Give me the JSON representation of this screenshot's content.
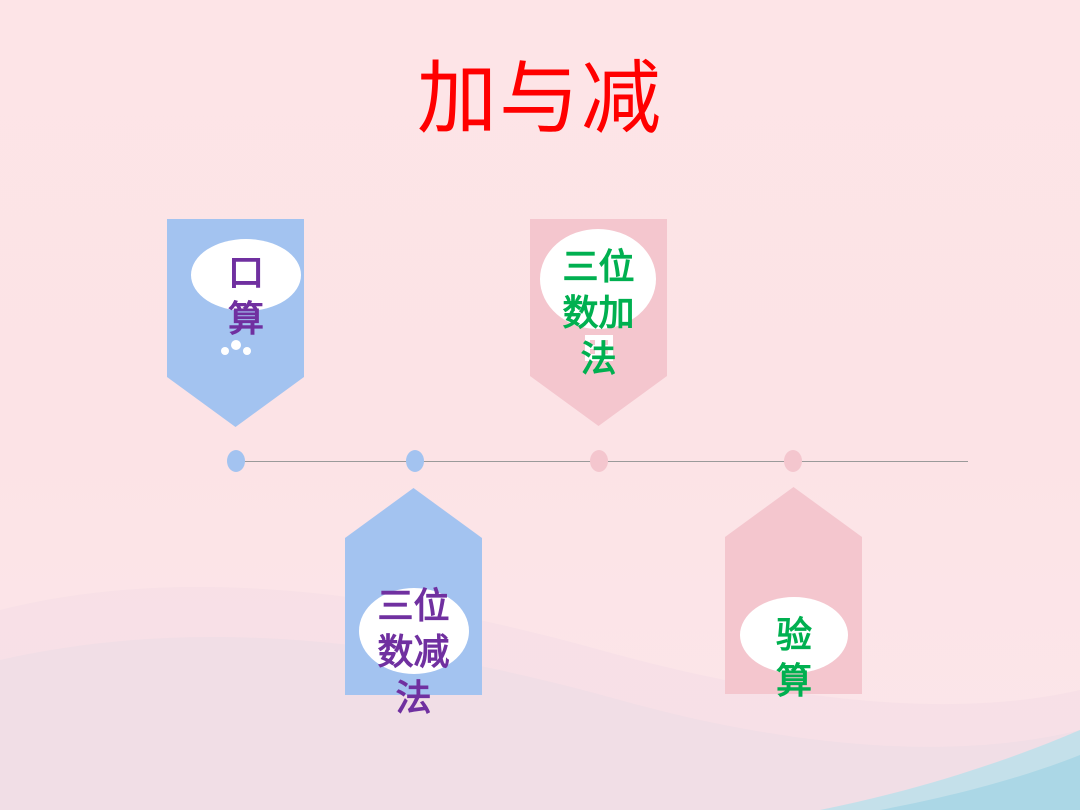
{
  "title": "加与减",
  "colors": {
    "title": "#ff0000",
    "blue_tag": "#a3c3f0",
    "pink_tag": "#f4c6ce",
    "purple_text": "#7030a0",
    "green_text": "#00b050"
  },
  "timeline": {
    "items": [
      {
        "label_line1": "口",
        "label_line2": "算",
        "label_line3": "",
        "icon": "people-icon"
      },
      {
        "label_line1": "三位",
        "label_line2": "数减",
        "label_line3": "法",
        "icon": "document-icon"
      },
      {
        "label_line1": "三位",
        "label_line2": "数加",
        "label_line3": "法",
        "icon": "building-icon"
      },
      {
        "label_line1": "验",
        "label_line2": "算",
        "label_line3": "",
        "icon": "bird-icon"
      }
    ]
  }
}
